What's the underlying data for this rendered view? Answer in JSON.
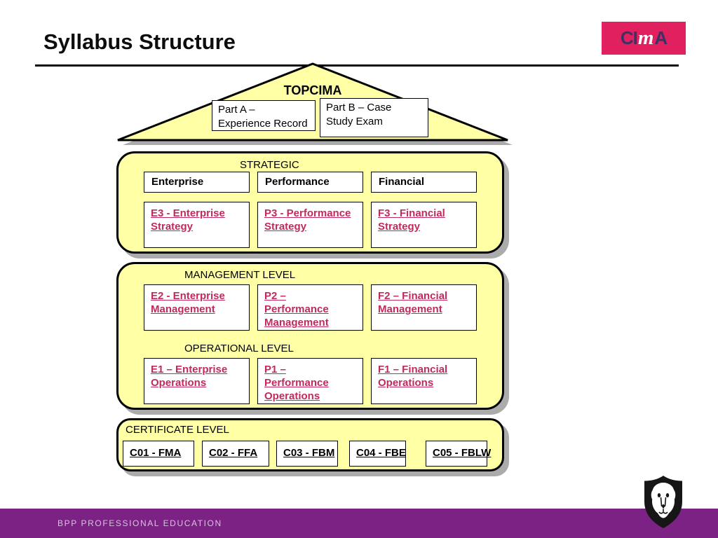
{
  "header": {
    "title": "Syllabus Structure"
  },
  "cima_logo": {
    "ci": "CI",
    "m": "m",
    "a": "A"
  },
  "roof": {
    "title": "TOPCIMA",
    "part_a": [
      "Part A –",
      "Experience Record"
    ],
    "part_b": [
      "Part B –  Case",
      "Study Exam"
    ]
  },
  "strategic": {
    "label": "STRATEGIC",
    "pillars": [
      "Enterprise",
      "Performance",
      "Financial"
    ],
    "subjects": [
      [
        "E3 - Enterprise",
        "Strategy"
      ],
      [
        "P3 - Performance",
        "Strategy"
      ],
      [
        "F3 - Financial",
        "Strategy"
      ]
    ]
  },
  "management": {
    "label": "MANAGEMENT LEVEL",
    "subjects": [
      [
        "E2 - Enterprise",
        "Management"
      ],
      [
        "P2 –",
        "Performance",
        "Management"
      ],
      [
        "F2 – Financial",
        "Management"
      ]
    ]
  },
  "operational": {
    "label": "OPERATIONAL LEVEL",
    "subjects": [
      [
        "E1 – Enterprise",
        "Operations"
      ],
      [
        "P1 –",
        "Performance",
        "Operations"
      ],
      [
        "F1 – Financial",
        "Operations"
      ]
    ]
  },
  "certificate": {
    "label": "CERTIFICATE LEVEL",
    "subjects": [
      "C01 - FMA",
      "C02 - FFA",
      "C03 - FBM",
      "C04 - FBE",
      "C05 - FBLW"
    ]
  },
  "footer": {
    "brand": "BPP PROFESSIONAL EDUCATION"
  },
  "colors": {
    "panel_yellow": "#FFFFA6",
    "shadow_gray": "#ABABAB",
    "link_pink": "#C12A5C",
    "footer_purple": "#7B2284",
    "logo_pink": "#E0205F",
    "logo_indigo": "#3E3166",
    "footer_text": "#D9C3DE"
  }
}
